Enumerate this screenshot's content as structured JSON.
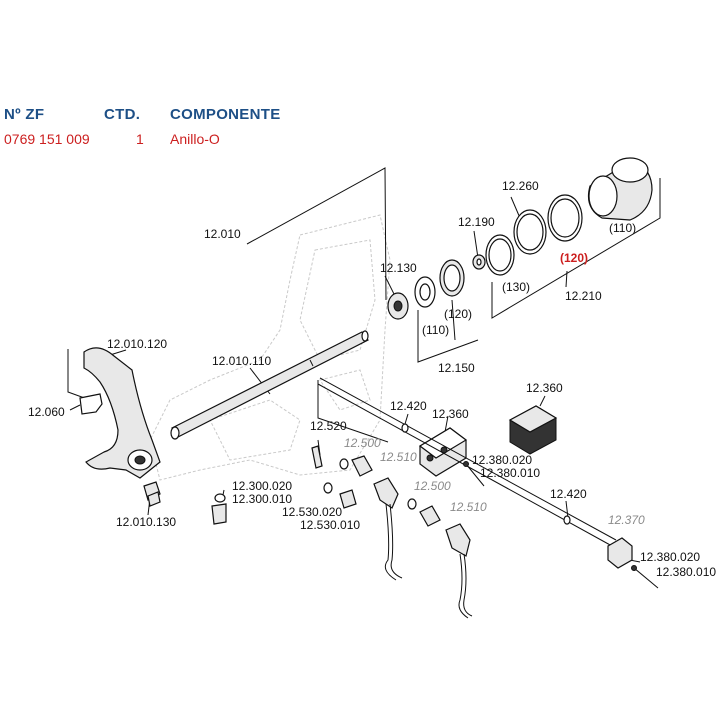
{
  "header": {
    "col_part_no": "Nº ZF",
    "col_qty": "CTD.",
    "col_component": "COMPONENTE"
  },
  "row": {
    "part_no": "0769 151 009",
    "qty": "1",
    "component": "Anillo-O"
  },
  "labels": {
    "l12010": "12.010",
    "l12260": "12.260",
    "l12190": "12.190",
    "l12130": "12.130",
    "l110a": "(110)",
    "l120a": "(120)",
    "l130": "(130)",
    "l12210": "12.210",
    "l110b": "(110)",
    "l120b": "(120)",
    "l12150": "12.150",
    "l12010120": "12.010.120",
    "l12010110": "12.010.110",
    "l12060": "12.060",
    "l12010130": "12.010.130",
    "l12360a": "12.360",
    "l12420a": "12.420",
    "l12360b": "12.360",
    "l12520": "12.520",
    "l12500a": "12.500",
    "l12510a": "12.510",
    "l12380020a": "12.380.020",
    "l12380010a": "12.380.010",
    "l12300020": "12.300.020",
    "l12300010": "12.300.010",
    "l12530020": "12.530.020",
    "l12530010": "12.530.010",
    "l12500b": "12.500",
    "l12510b": "12.510",
    "l12420b": "12.420",
    "l12370": "12.370",
    "l12380020b": "12.380.020",
    "l12380010b": "12.380.010"
  },
  "colors": {
    "header_blue": "#1d4f86",
    "highlight_red": "#cc1f1f"
  }
}
